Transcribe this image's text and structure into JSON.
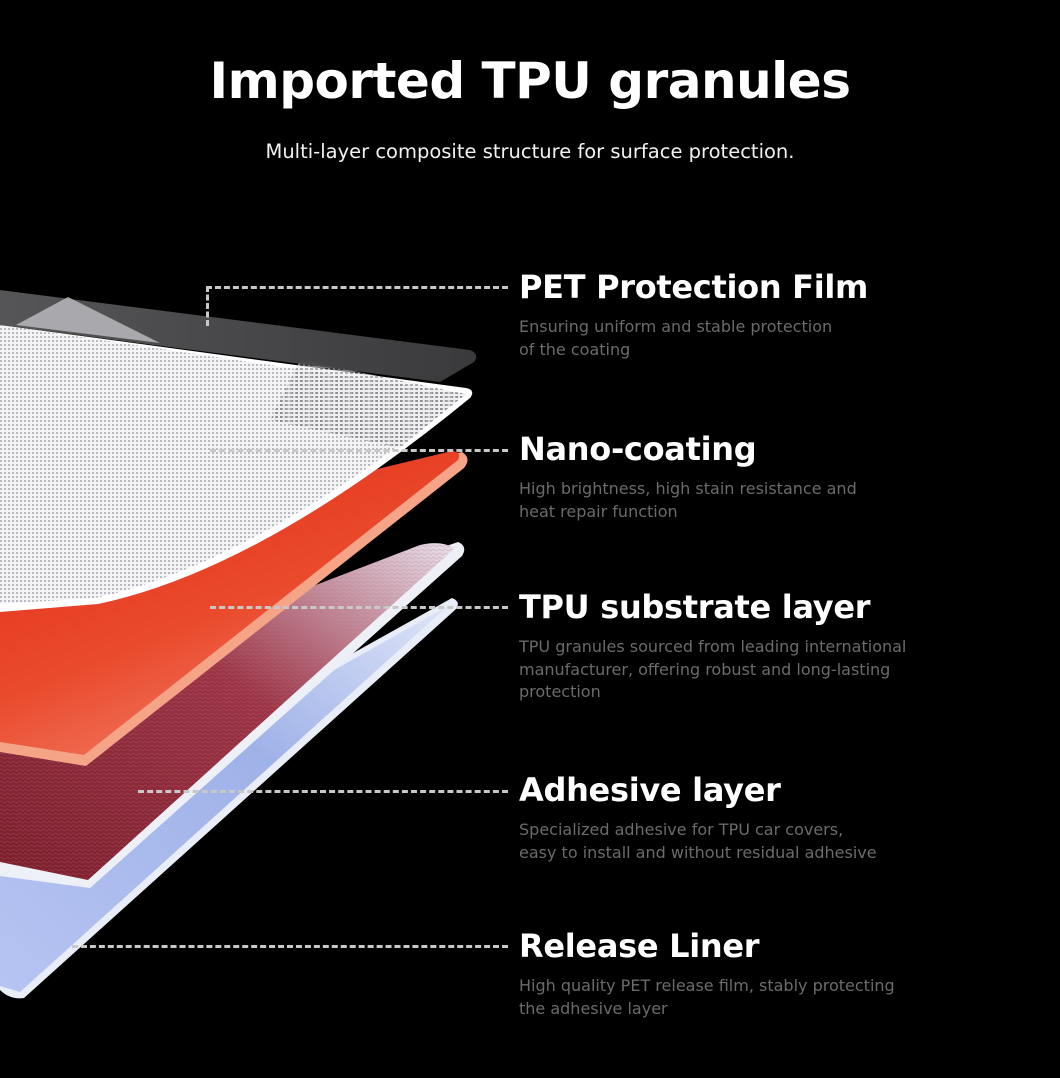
{
  "header": {
    "title": "Imported TPU granules",
    "subtitle": "Multi-layer composite structure for surface protection."
  },
  "layers": [
    {
      "name": "PET Protection Film",
      "description_lines": [
        "Ensuring uniform and stable protection",
        "of the coating"
      ],
      "color": "#4a4a4a"
    },
    {
      "name": "Nano-coating",
      "description_lines": [
        "High brightness, high stain resistance and",
        "heat repair function"
      ],
      "color": "#f2f2f4"
    },
    {
      "name": "TPU substrate layer",
      "description_lines": [
        "TPU granules sourced from leading international",
        "manufacturer, offering robust and long-lasting",
        "protection"
      ],
      "color": "#e8422a"
    },
    {
      "name": "Adhesive layer",
      "description_lines": [
        "Specialized adhesive for TPU car covers,",
        "easy to install and without residual adhesive"
      ],
      "color": "#8c2a38"
    },
    {
      "name": "Release Liner",
      "description_lines": [
        "High quality PET release film, stably protecting",
        "the adhesive layer"
      ],
      "color": "#a9b9ea"
    }
  ],
  "colors": {
    "background": "#000000",
    "title": "#ffffff",
    "description": "#6b6b6b",
    "leader_line": "#c8c8c8"
  }
}
